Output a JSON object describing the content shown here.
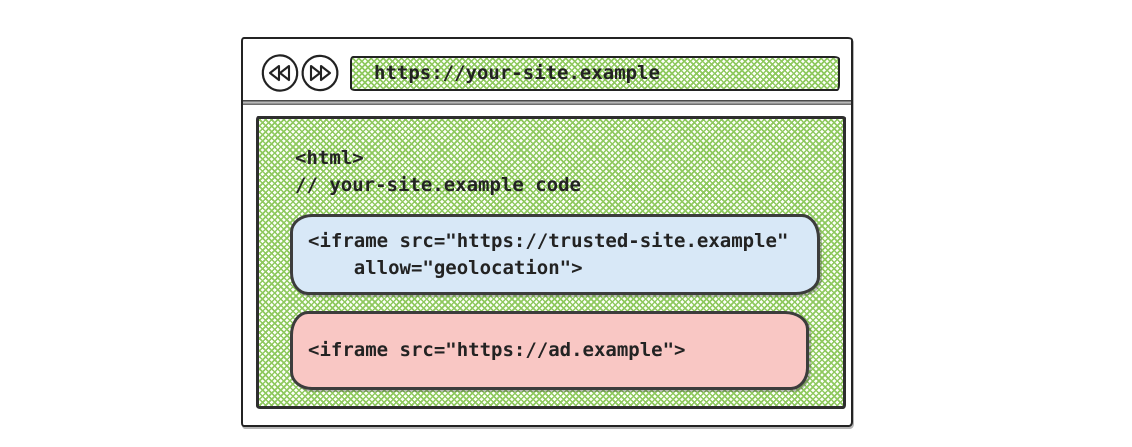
{
  "browser": {
    "back_button_label": "back",
    "forward_button_label": "forward",
    "url": "https://your-site.example"
  },
  "content": {
    "code_line_1": "<html>",
    "code_line_2": "// your-site.example code",
    "trusted_iframe_line_1": "<iframe src=\"https://trusted-site.example\"",
    "trusted_iframe_line_2": "    allow=\"geolocation\">",
    "ad_iframe_line_1": "<iframe src=\"https://ad.example\">"
  },
  "colors": {
    "hatch_green": "#8fc95f",
    "trusted_fill": "#d8e8f7",
    "ad_fill": "#f9c7c4",
    "ink": "#232323"
  }
}
